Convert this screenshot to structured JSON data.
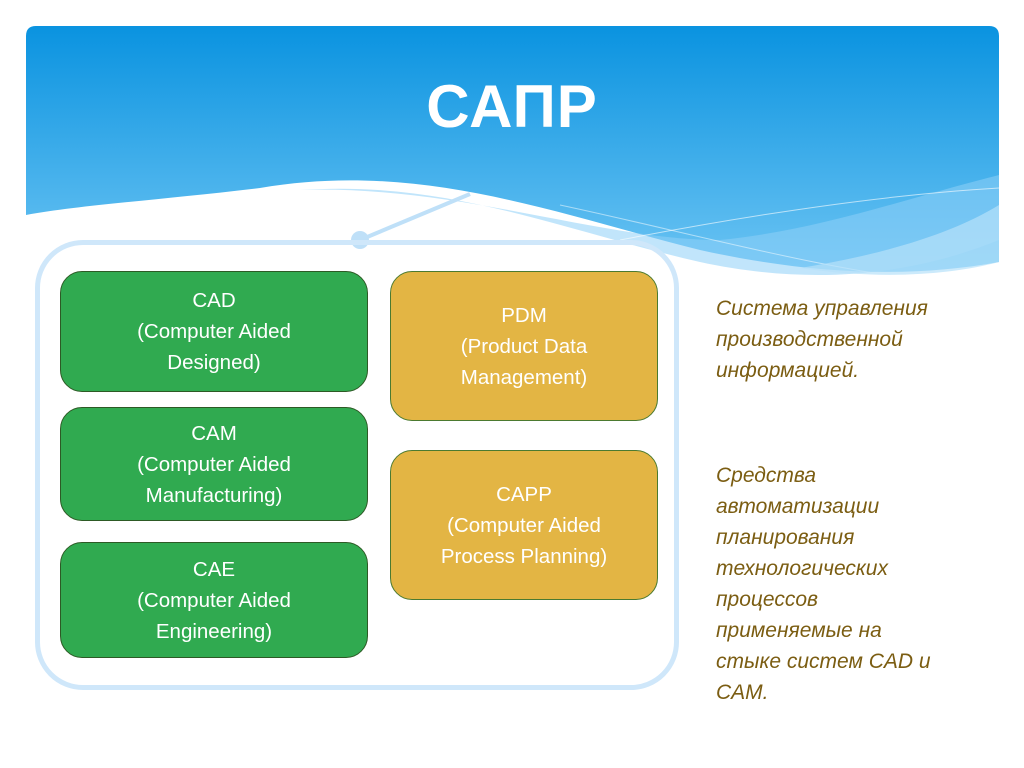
{
  "slide": {
    "title": "САПР"
  },
  "colors": {
    "header_top": "#0a93e0",
    "header_bottom": "#5fbdf2",
    "green_box": "#30aa50",
    "gold_box": "#e3b544",
    "description_text": "#7b5d12",
    "frame": "#cfe7fa"
  },
  "left_column": [
    {
      "abbr": "CAD",
      "line2": "(Computer Aided",
      "line3": "Designed)"
    },
    {
      "abbr": "CAM",
      "line2": "(Computer Aided",
      "line3": "Manufacturing)"
    },
    {
      "abbr": "CAE",
      "line2": "(Computer Aided",
      "line3": "Engineering)"
    }
  ],
  "right_column": [
    {
      "abbr": "PDM",
      "line2": "(Product Data",
      "line3": "Management)"
    },
    {
      "abbr": "CAPP",
      "line2": "(Computer Aided",
      "line3": "Process Planning)"
    }
  ],
  "descriptions": {
    "pdm": [
      "Система управления",
      "производственной",
      "информацией."
    ],
    "capp": [
      "Средства",
      "автоматизации",
      "планирования",
      "технологических",
      "процессов",
      "применяемые на",
      "стыке систем CAD и",
      "CAM."
    ]
  }
}
